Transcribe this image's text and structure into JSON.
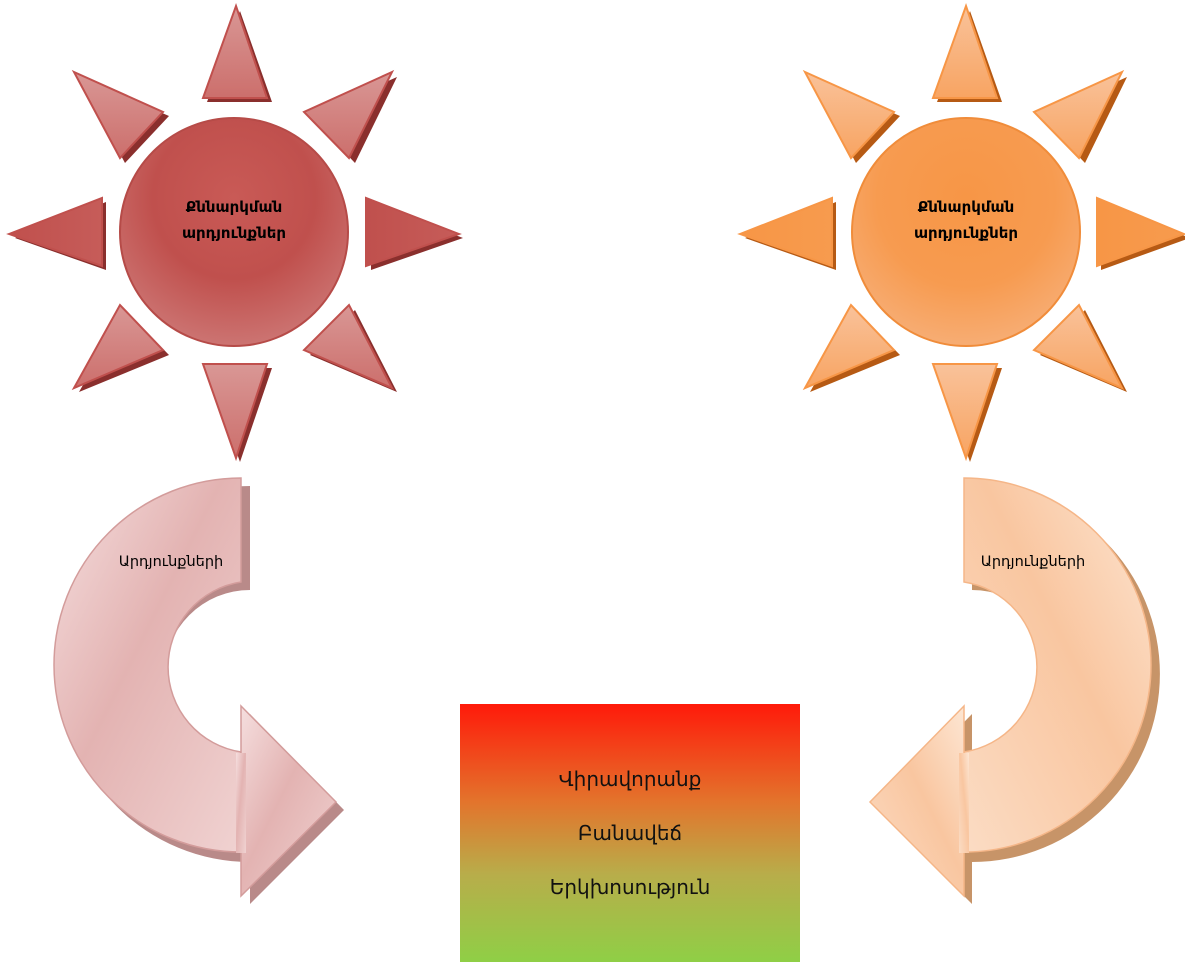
{
  "left_sun": {
    "label_line1": "Քննարկման",
    "label_line2": "արդյունքներ",
    "fill_color": "#c0504d"
  },
  "right_sun": {
    "label_line1": "Քննարկման",
    "label_line2": "արդյունքներ",
    "fill_color": "#f79646"
  },
  "left_arrow": {
    "label": "Արդյունքների"
  },
  "right_arrow": {
    "label": "Արդյունքների"
  },
  "result_box": {
    "items": [
      "Վիրավորանք",
      "Բանավեճ",
      "Երկխոսություն"
    ],
    "gradient_top": "#ff1a0a",
    "gradient_bottom": "#8fcf46"
  }
}
